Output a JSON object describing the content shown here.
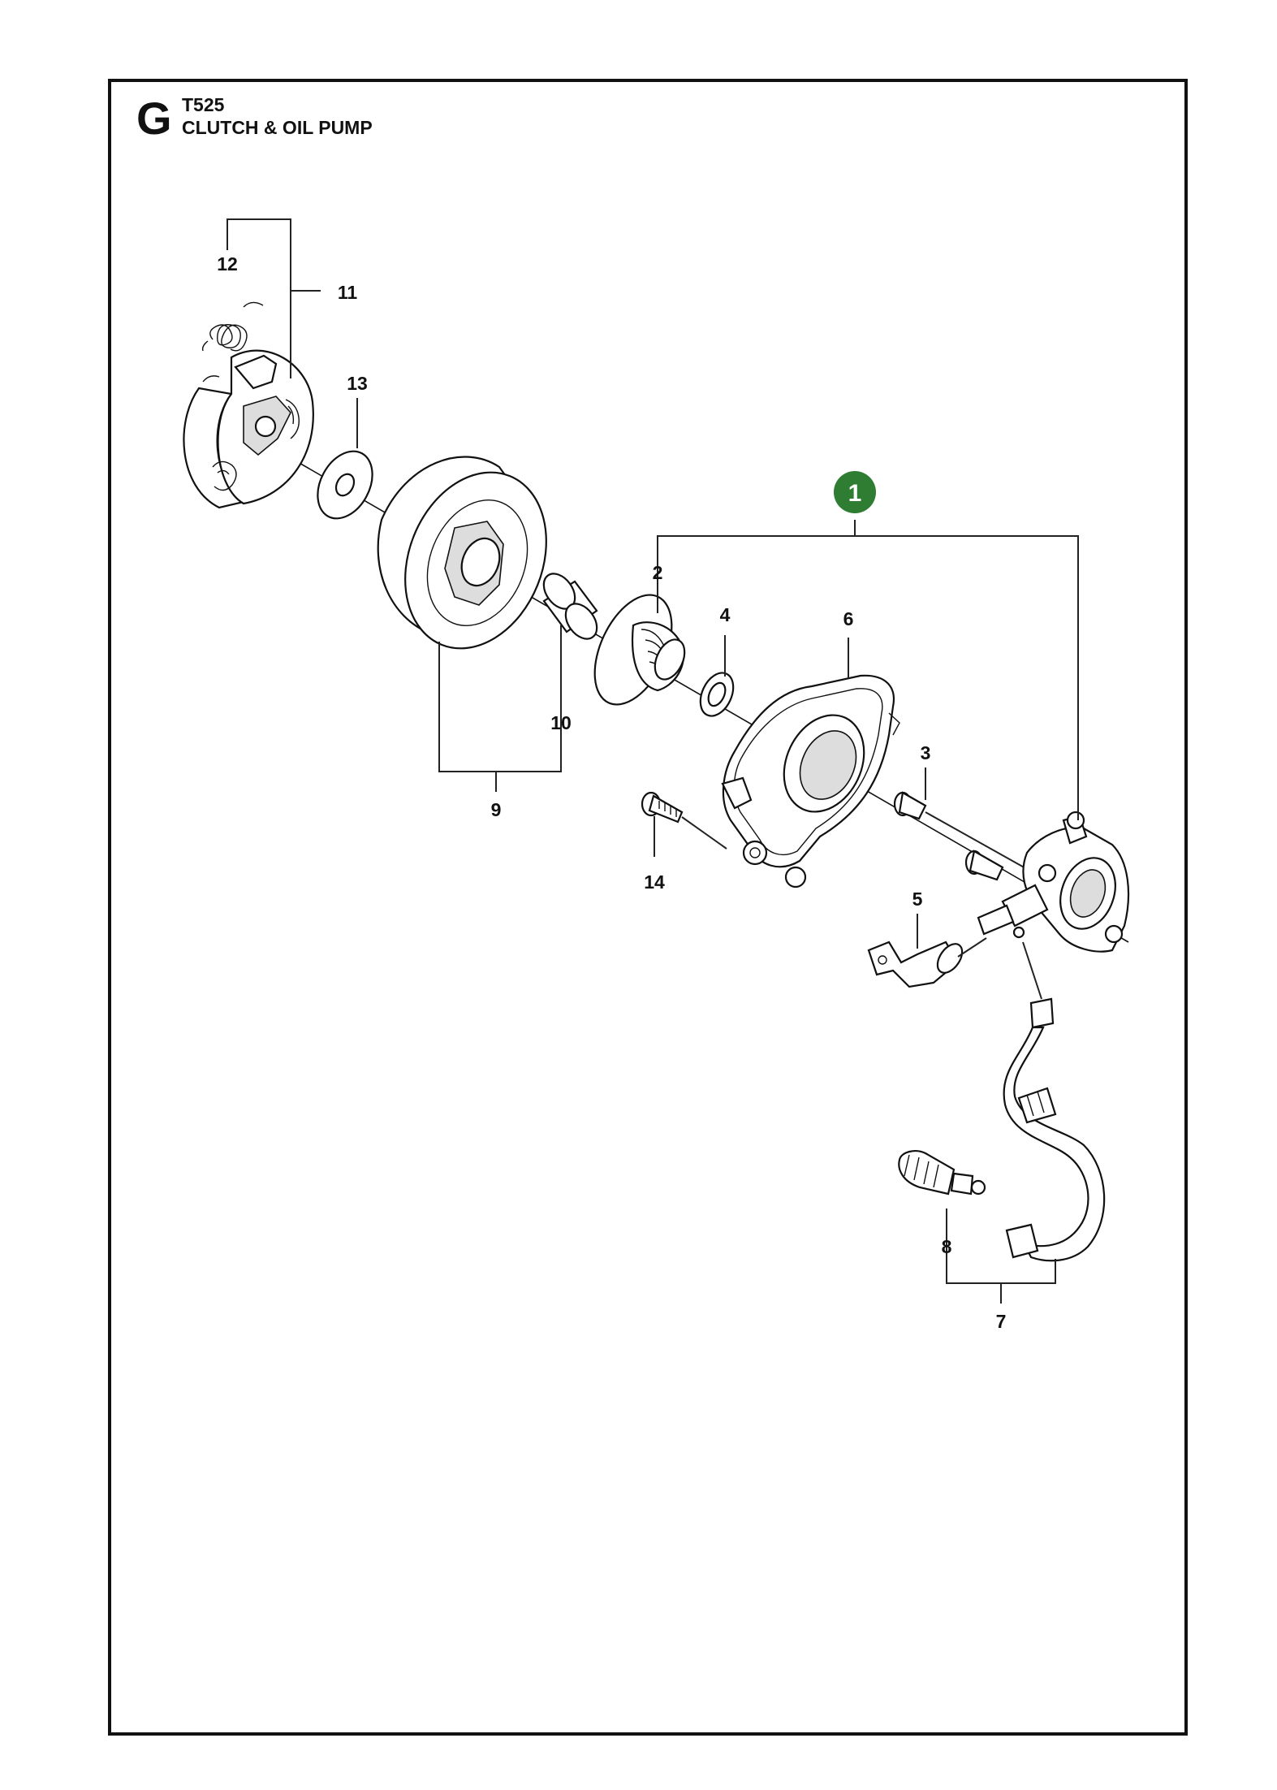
{
  "header": {
    "section_letter": "G",
    "model": "T525",
    "title": "CLUTCH & OIL PUMP"
  },
  "assembly_badge": {
    "label": "1",
    "color": "#2e7d32"
  },
  "callouts": {
    "c2": "2",
    "c3": "3",
    "c4": "4",
    "c5": "5",
    "c6": "6",
    "c7": "7",
    "c8": "8",
    "c9": "9",
    "c10": "10",
    "c11": "11",
    "c12": "12",
    "c13": "13",
    "c14": "14"
  }
}
